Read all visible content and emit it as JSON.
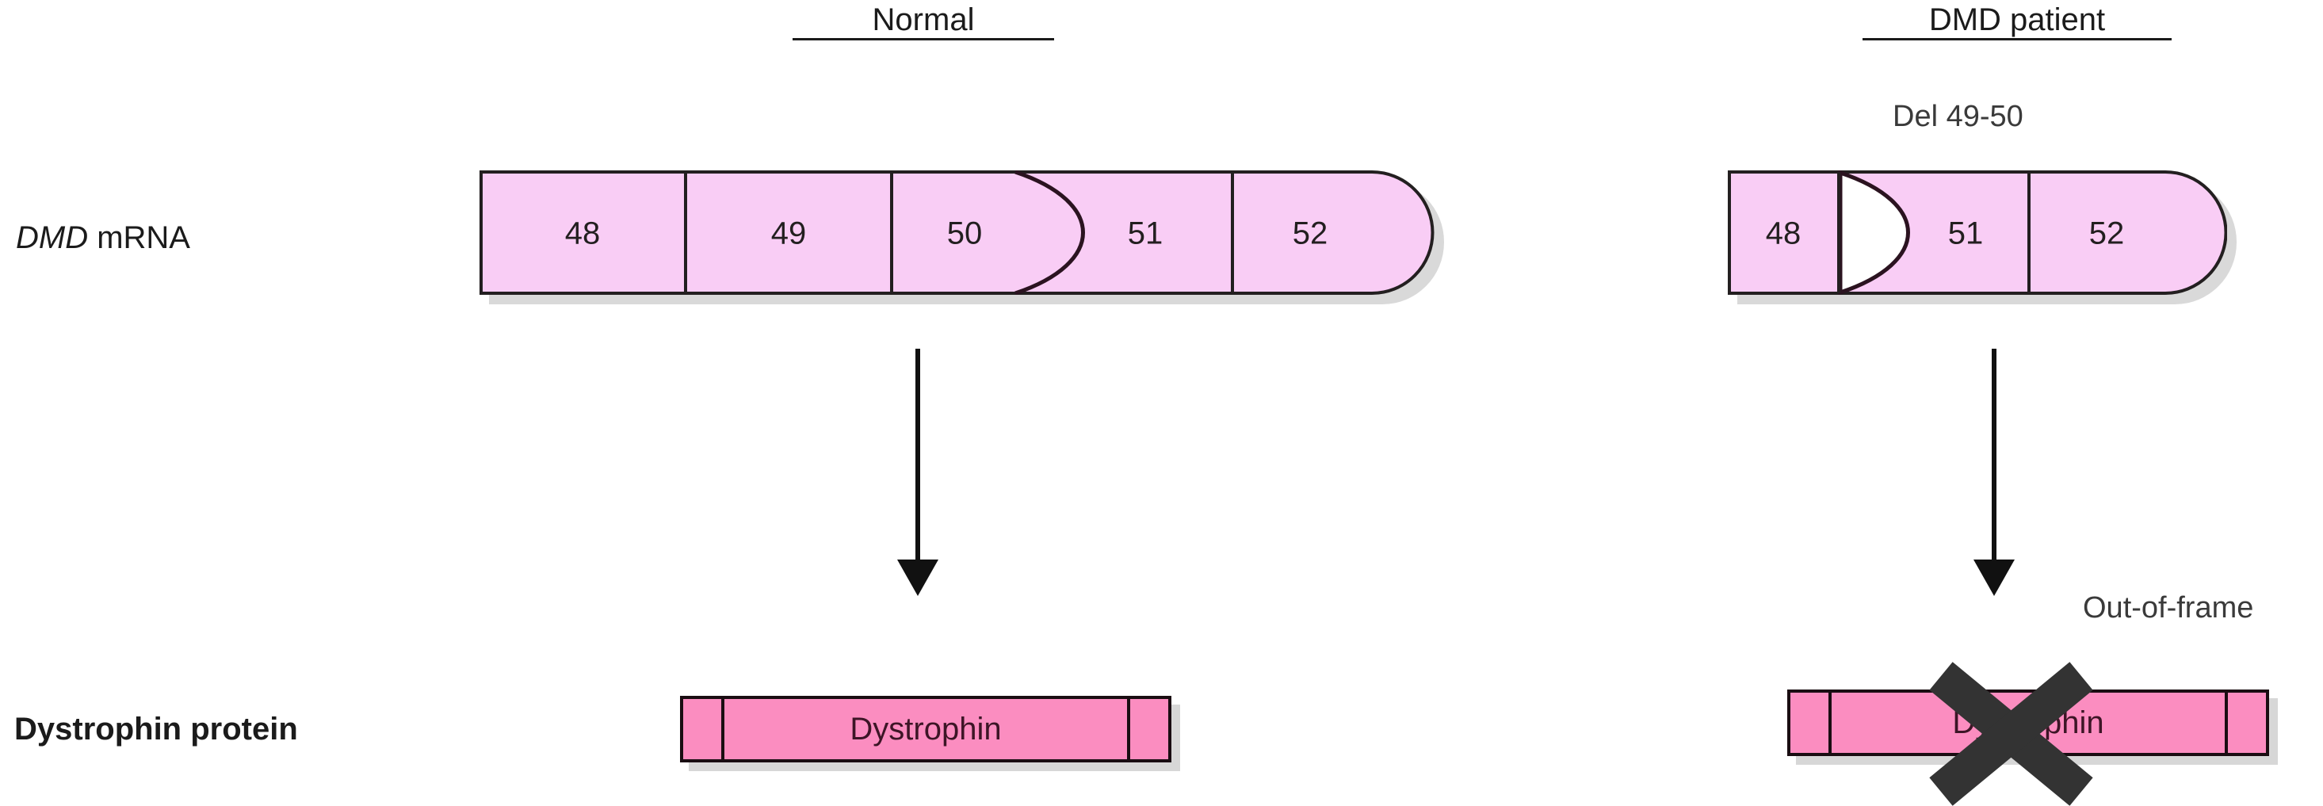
{
  "figure": {
    "background": "#ffffff",
    "exon_fill": "#f9cdf5",
    "exon_stroke": "#231f20",
    "deleted_fill": "#ffffff",
    "protein_fill": "#fb8dc0",
    "protein_stroke": "#1a0d12",
    "shadow_color": "#bcbcbc",
    "arrow_color": "#111111",
    "x_mark_color": "#333333"
  },
  "columns": [
    {
      "id": "normal",
      "title": "Normal"
    },
    {
      "id": "dmd-patient",
      "title": "DMD patient"
    }
  ],
  "rows": [
    {
      "id": "mrna",
      "label_italic": "DMD",
      "label_rest": " mRNA"
    },
    {
      "id": "protein",
      "label": "Dystrophin protein"
    }
  ],
  "normal": {
    "mrna": {
      "exons": [
        {
          "number": "48"
        },
        {
          "number": "49"
        },
        {
          "number": "50"
        },
        {
          "number": "51"
        },
        {
          "number": "52"
        }
      ],
      "junction_style": "curved-splice",
      "right_end": "rounded"
    },
    "arrow": {
      "direction": "down"
    },
    "protein": {
      "label": "Dystrophin",
      "segments": 3,
      "struck_out": false
    }
  },
  "dmd_patient": {
    "deletion_label": "Del 49-50",
    "mrna": {
      "exons": [
        {
          "number": "48"
        },
        {
          "number": "",
          "deleted": true
        },
        {
          "number": "51"
        },
        {
          "number": "52"
        }
      ],
      "junction_style": "open-lens",
      "right_end": "rounded"
    },
    "arrow": {
      "direction": "down"
    },
    "frame_status": "Out-of-frame",
    "protein": {
      "label": "Dystrophin",
      "segments": 3,
      "struck_out": true
    }
  }
}
